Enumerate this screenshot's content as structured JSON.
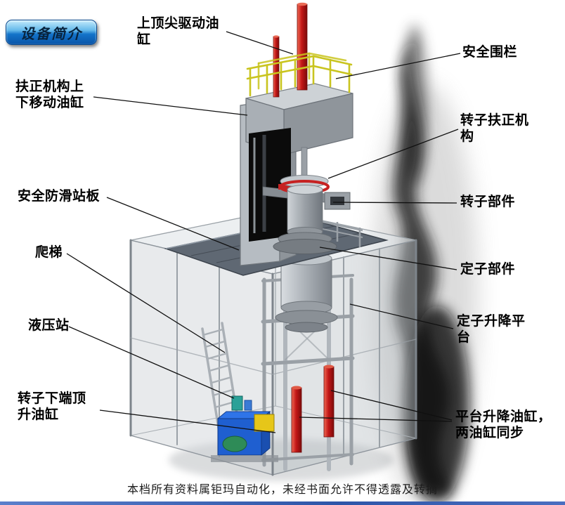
{
  "page": {
    "title_badge": "设备简介",
    "footer": "本档所有资料属钜玛自动化，未经书面允许不得透露及转摘"
  },
  "labels": [
    {
      "id": "top-tip-drive-cylinder",
      "text": "上顶尖驱动油缸"
    },
    {
      "id": "safety-fence",
      "text": "安全围栏"
    },
    {
      "id": "straighten-mech-move-cylinder",
      "text": "扶正机构上下移动油缸"
    },
    {
      "id": "rotor-straighten-mech",
      "text": "转子扶正机构"
    },
    {
      "id": "anti-slip-platform",
      "text": "安全防滑站板"
    },
    {
      "id": "rotor-part",
      "text": "转子部件"
    },
    {
      "id": "ladder",
      "text": "爬梯"
    },
    {
      "id": "stator-part",
      "text": "定子部件"
    },
    {
      "id": "hydraulic-station",
      "text": "液压站"
    },
    {
      "id": "stator-lift-platform",
      "text": "定子升降平台"
    },
    {
      "id": "rotor-bottom-jack-cylinder",
      "text": "转子下端顶升油缸"
    },
    {
      "id": "platform-lift-cylinders",
      "text": "平台升降油缸，两油缸同步"
    }
  ],
  "illustration": {
    "type": "isometric-cad-render",
    "parts": [
      "top-tip-drive-cylinder",
      "safety-fence-railing",
      "press-column",
      "rotor-assembly",
      "stator-assembly",
      "anti-slip-platform-plate",
      "pit-enclosure",
      "lift-tower-frame",
      "access-ladder",
      "hydraulic-station-unit",
      "platform-lift-cylinders",
      "smoke-shadow"
    ],
    "colors": {
      "cylinder_red": "#c31717",
      "railing_yellow": "#c9c41f",
      "hydraulic_blue": "#1f5fd0",
      "structure_grey": "#aab0b6",
      "platform_dark": "#5f6873",
      "badge_blue": "#1373c9",
      "bottom_bar_blue": "#2d55a8"
    }
  }
}
